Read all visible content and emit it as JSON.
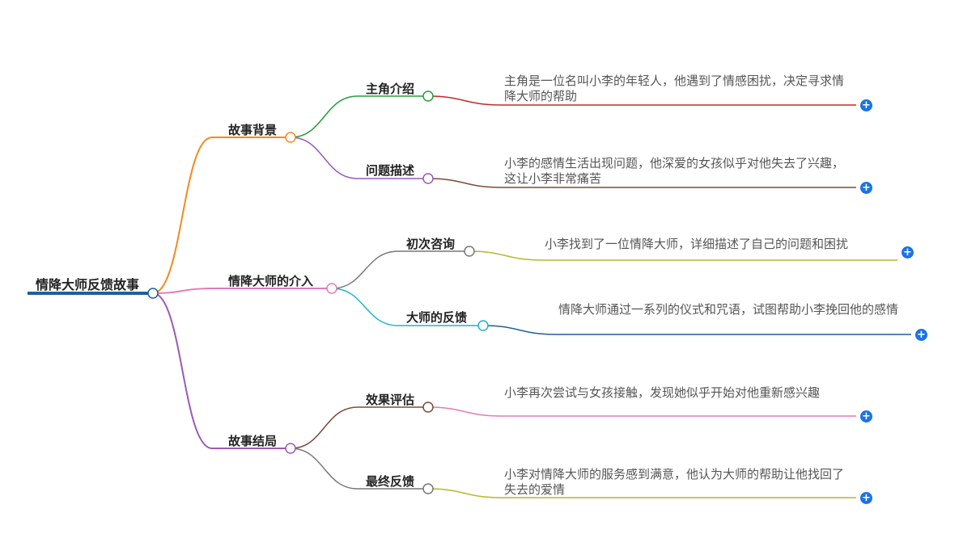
{
  "root": {
    "label": "情降大师反馈故事",
    "color": "#1f5f9e"
  },
  "branches": [
    {
      "label": "故事背景",
      "color": "#f4891f",
      "children": [
        {
          "label": "主角介绍",
          "color": "#2a9d3a",
          "line_color": "#c62828",
          "text": "主角是一位名叫小李的年轻人，他遇到了情感困扰，决定寻求情降大师的帮助"
        },
        {
          "label": "问题描述",
          "color": "#9b59b6",
          "line_color": "#7b4a3a",
          "text": "小李的感情生活出现问题，他深爱的女孩似乎对他失去了兴趣，这让小李非常痛苦"
        }
      ]
    },
    {
      "label": "情降大师的介入",
      "color": "#e57ab3",
      "children": [
        {
          "label": "初次咨询",
          "color": "#777777",
          "line_color": "#b5b82a",
          "text": "小李找到了一位情降大师，详细描述了自己的问题和困扰"
        },
        {
          "label": "大师的反馈",
          "color": "#19b5c9",
          "line_color": "#1f5f9e",
          "text": "情降大师通过一系列的仪式和咒语，试图帮助小李挽回他的感情"
        }
      ]
    },
    {
      "label": "故事结局",
      "color": "#9b59b6",
      "children": [
        {
          "label": "效果评估",
          "color": "#7b4a3a",
          "line_color": "#e57ab3",
          "text": "小李再次尝试与女孩接触，发现她似乎开始对他重新感兴趣"
        },
        {
          "label": "最终反馈",
          "color": "#777777",
          "line_color": "#b5b82a",
          "text": "小李对情降大师的服务感到满意，他认为大师的帮助让他找回了失去的爱情"
        }
      ]
    }
  ],
  "expand_icon": "plus-circle-icon",
  "expand_glyph": "+"
}
